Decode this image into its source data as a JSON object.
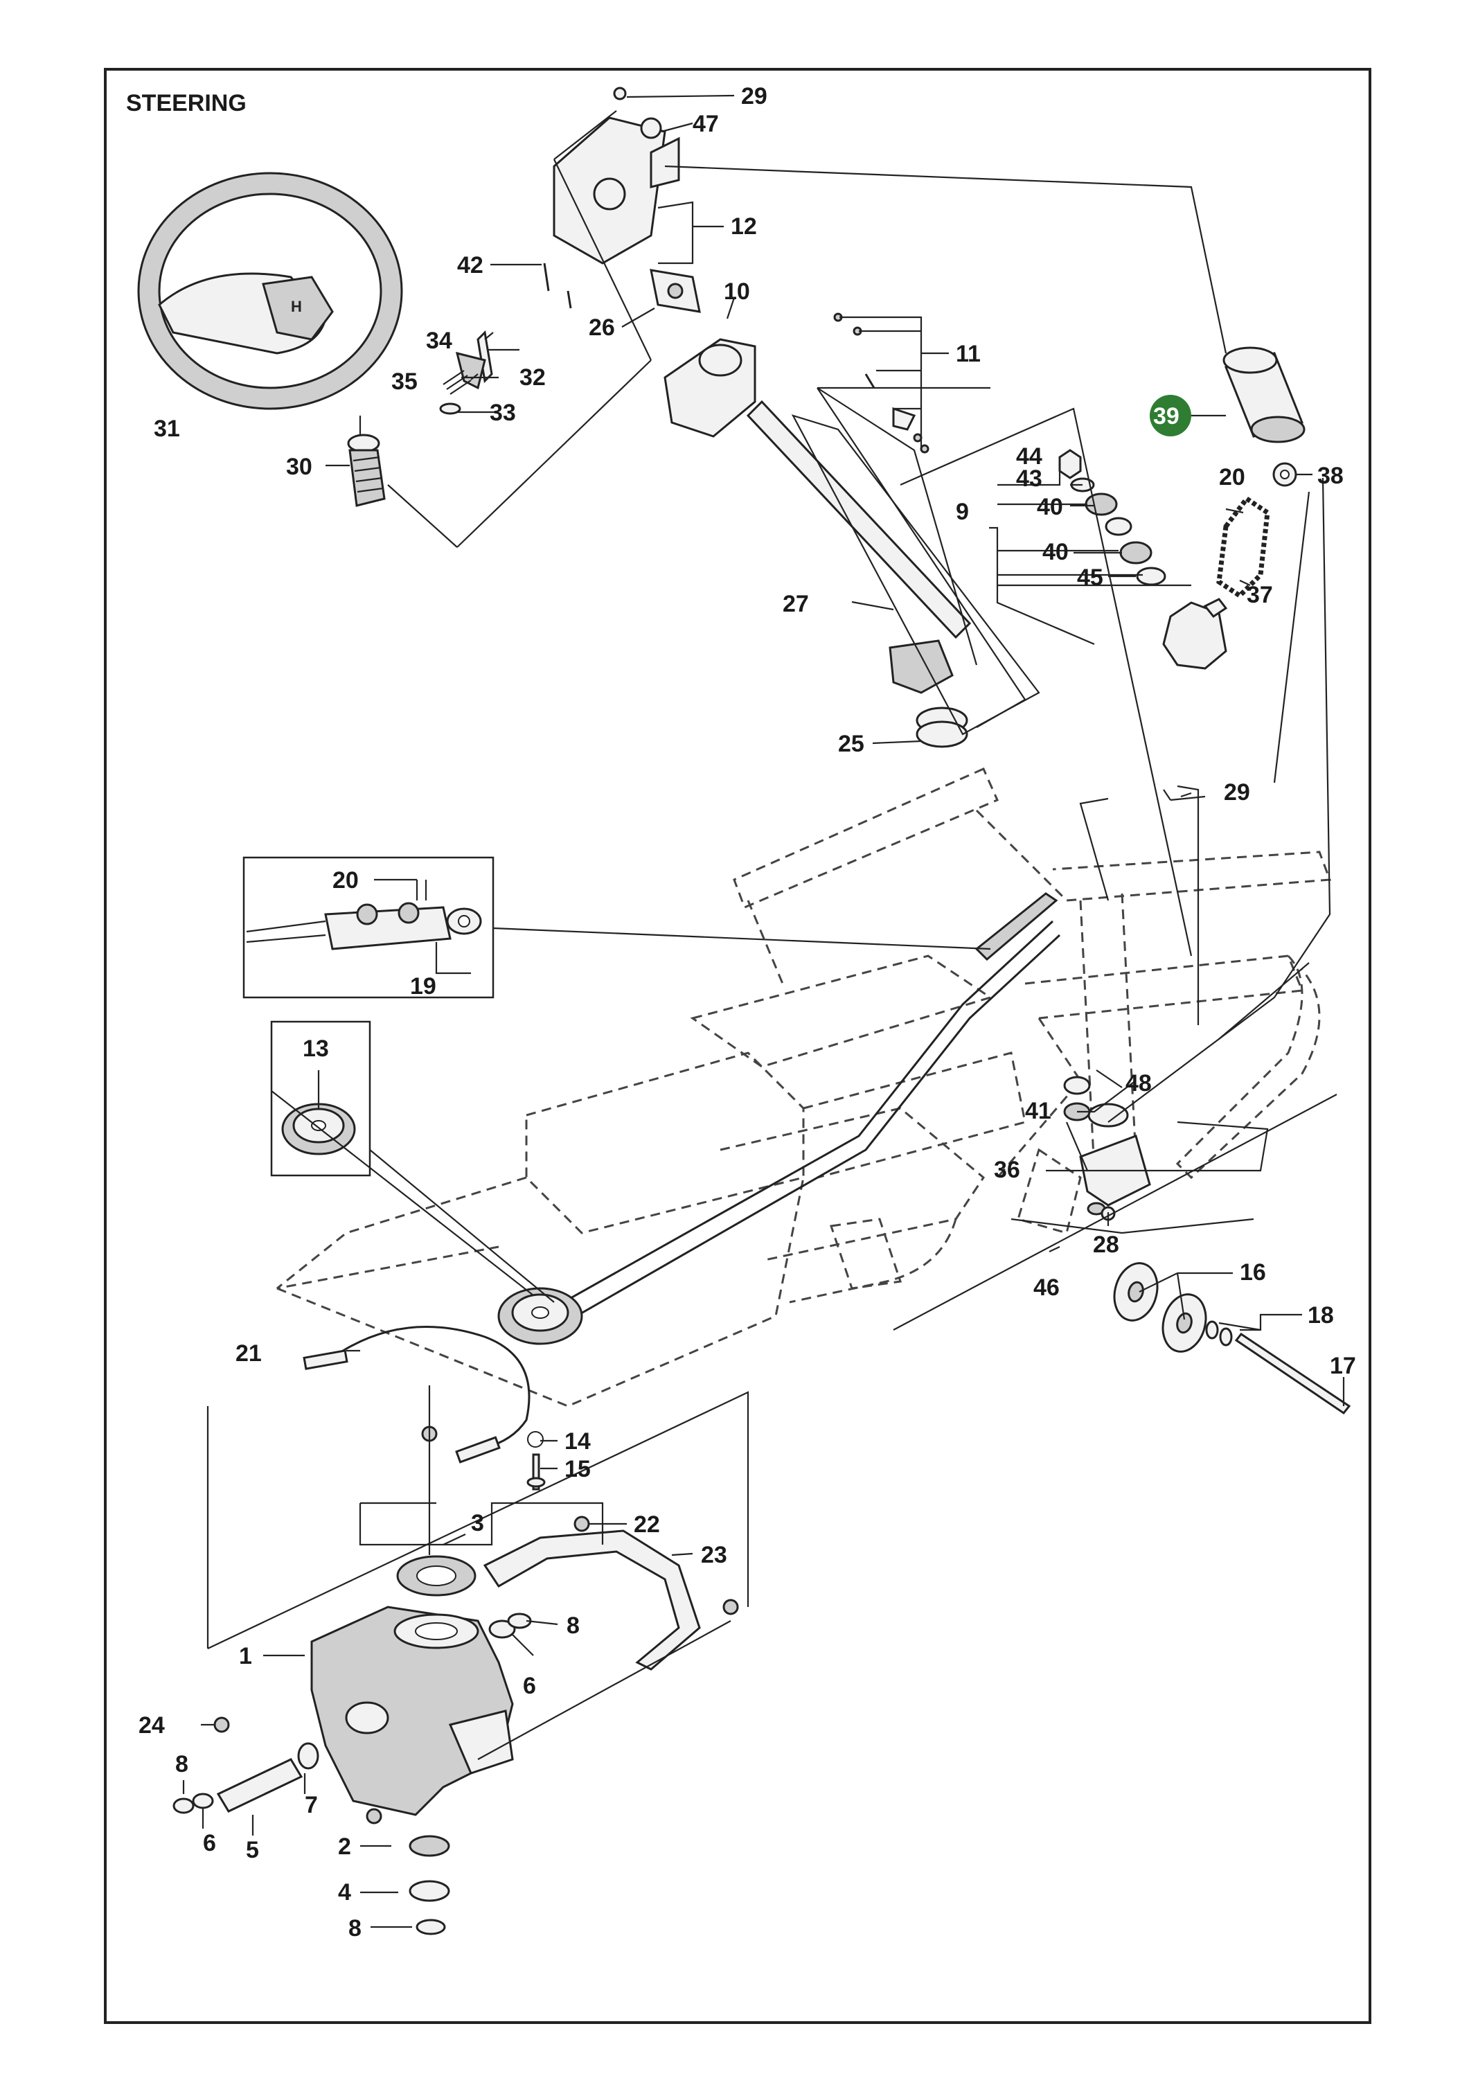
{
  "title": "STEERING",
  "highlight_color": "#2e7d32",
  "highlighted_part": "39",
  "callouts": {
    "c1": "1",
    "c2": "2",
    "c3": "3",
    "c4": "4",
    "c5": "5",
    "c6a": "6",
    "c6b": "6",
    "c7": "7",
    "c8a": "8",
    "c8b": "8",
    "c8c": "8",
    "c9": "9",
    "c10": "10",
    "c11": "11",
    "c12": "12",
    "c13": "13",
    "c14": "14",
    "c15": "15",
    "c16": "16",
    "c17": "17",
    "c18": "18",
    "c19": "19",
    "c20a": "20",
    "c20b": "20",
    "c21": "21",
    "c22": "22",
    "c23": "23",
    "c24": "24",
    "c25": "25",
    "c26": "26",
    "c27": "27",
    "c28": "28",
    "c29a": "29",
    "c29b": "29",
    "c30": "30",
    "c31": "31",
    "c32": "32",
    "c33": "33",
    "c34": "34",
    "c35": "35",
    "c36": "36",
    "c37": "37",
    "c38": "38",
    "c39": "39",
    "c40a": "40",
    "c40b": "40",
    "c41": "41",
    "c42": "42",
    "c43": "43",
    "c44": "44",
    "c45": "45",
    "c46": "46",
    "c47": "47",
    "c48": "48"
  }
}
